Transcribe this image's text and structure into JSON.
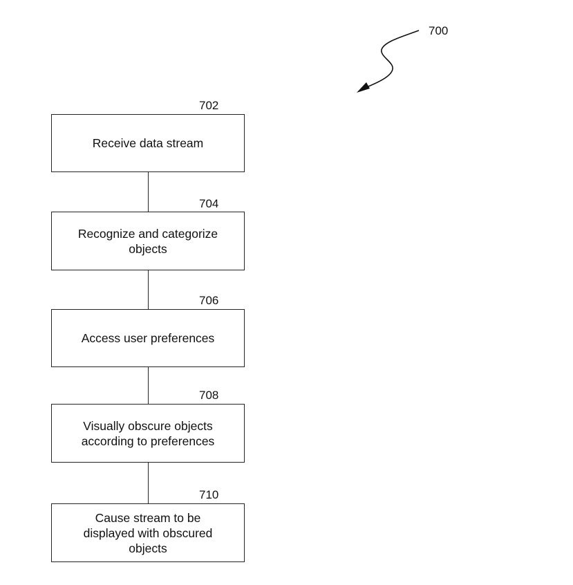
{
  "figure": {
    "label": "700",
    "steps": [
      {
        "ref": "702",
        "text": "Receive data stream"
      },
      {
        "ref": "704",
        "text": "Recognize and categorize\nobjects"
      },
      {
        "ref": "706",
        "text": "Access user preferences"
      },
      {
        "ref": "708",
        "text": "Visually obscure objects\naccording to preferences"
      },
      {
        "ref": "710",
        "text": "Cause stream to be\ndisplayed with obscured\nobjects"
      }
    ]
  }
}
